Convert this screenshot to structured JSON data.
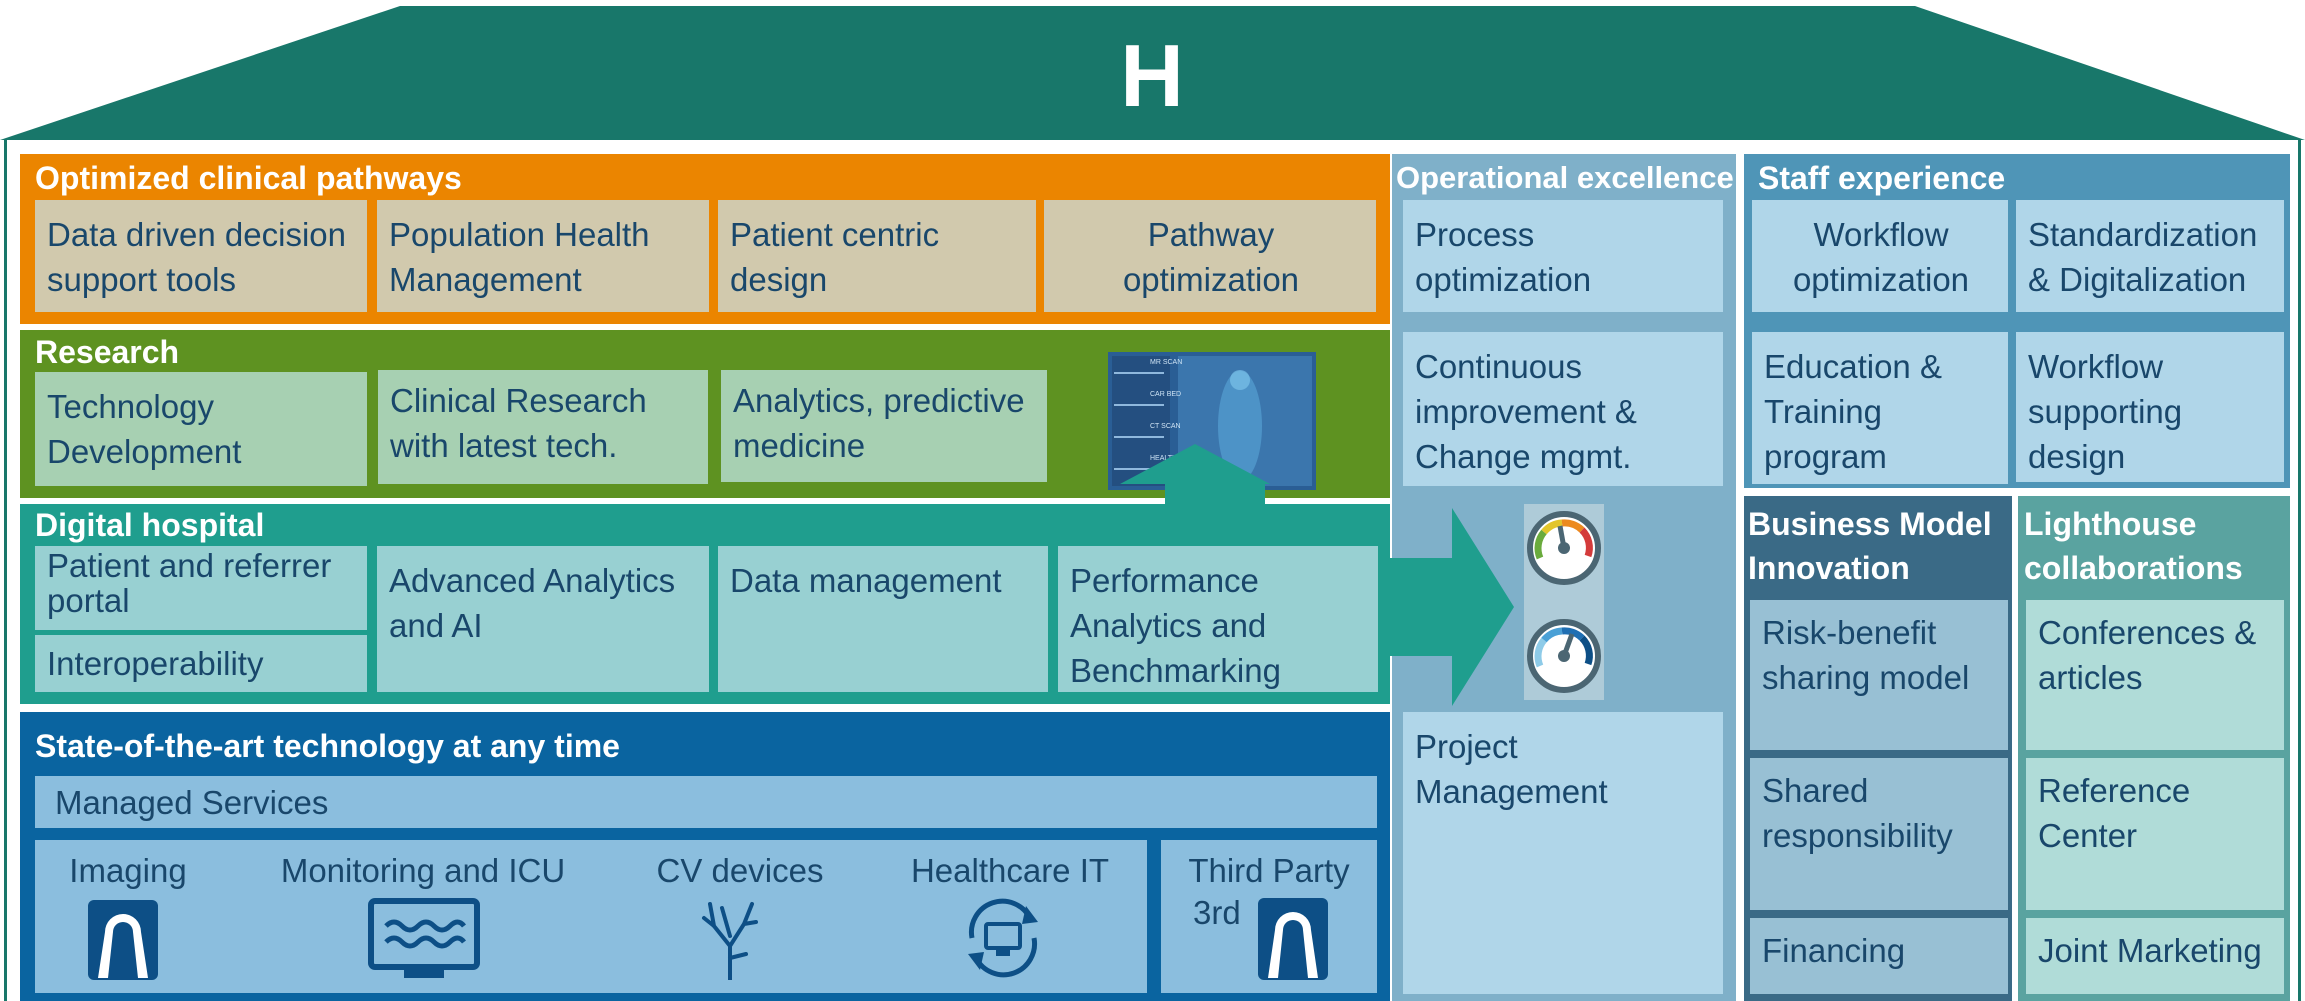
{
  "roof": {
    "letter": "H"
  },
  "colors": {
    "roof": "#18776a",
    "orange": "#eb8500",
    "green": "#5e9221",
    "teal": "#1f9e8e",
    "blue": "#0a64a0",
    "ops": "#7fb0c9",
    "staff": "#4f95b7",
    "business": "#3a6a86",
    "lighthouse": "#5aa3a0"
  },
  "pathways": {
    "title": "Optimized clinical pathways",
    "items": [
      "Data driven decision support tools",
      "Population Health Management",
      "Patient centric design",
      "Pathway optimization"
    ]
  },
  "research": {
    "title": "Research",
    "items": [
      "Technology Development",
      "Clinical Research with latest tech.",
      "Analytics, predictive medicine"
    ],
    "screen_labels": [
      "MR SCAN",
      "CAR BED",
      "CT SCAN",
      "HEALTH WATCH"
    ]
  },
  "digital": {
    "title": "Digital hospital",
    "items": [
      "Patient and referrer portal",
      "Interoperability",
      "Advanced Analytics and AI",
      "Data management",
      "Performance Analytics and Benchmarking"
    ]
  },
  "tech": {
    "title": "State-of-the-art technology at any time",
    "managed": "Managed Services",
    "items": [
      {
        "label": "Imaging",
        "icon": "scanner-icon"
      },
      {
        "label": "Monitoring and ICU",
        "icon": "monitor-icon"
      },
      {
        "label": "CV devices",
        "icon": "vessel-icon"
      },
      {
        "label": "Healthcare IT",
        "icon": "computer-sync-icon"
      }
    ],
    "third": {
      "label": "Third Party",
      "sub": "3rd",
      "icon": "scanner-icon"
    }
  },
  "ops": {
    "title": "Operational excellence",
    "items": [
      "Process optimization",
      "Continuous improvement & Change mgmt.",
      "Project Management"
    ]
  },
  "staff": {
    "title": "Staff experience",
    "items": [
      "Workflow optimization",
      "Standardization & Digitalization",
      "Education & Training program",
      "Workflow supporting design"
    ]
  },
  "business": {
    "title": "Business Model Innovation",
    "items": [
      "Risk-benefit sharing model",
      "Shared responsibility",
      "Financing"
    ]
  },
  "lighthouse": {
    "title": "Lighthouse collaborations",
    "items": [
      "Conferences & articles",
      "Reference Center",
      "Joint Marketing"
    ]
  }
}
